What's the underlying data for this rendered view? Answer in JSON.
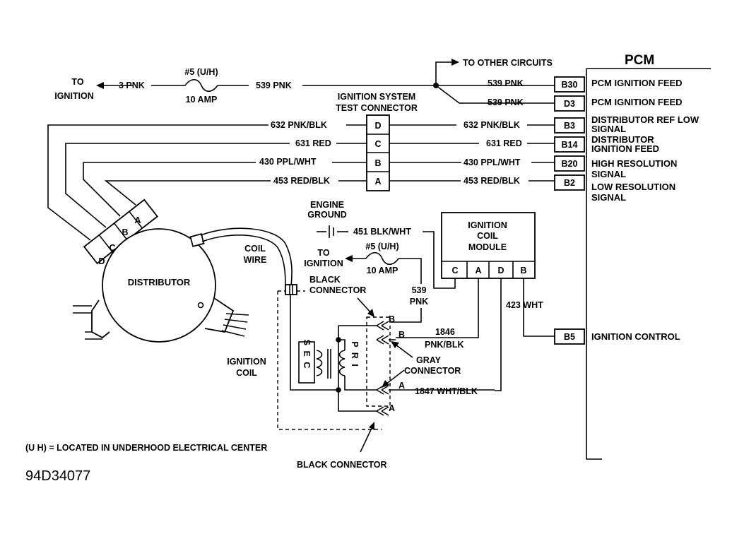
{
  "pcm": {
    "title": "PCM",
    "pins": [
      {
        "pin": "B30",
        "label": "PCM IGNITION FEED",
        "wire": "539 PNK"
      },
      {
        "pin": "D3",
        "label": "PCM IGNITION FEED",
        "wire": "539 PNK"
      },
      {
        "pin": "B3",
        "label": "DISTRIBUTOR REF LOW",
        "label2": "SIGNAL",
        "wire": "632 PNK/BLK"
      },
      {
        "pin": "B14",
        "label": "DISTRIBUTOR",
        "label2": "IGNITION FEED",
        "wire": "631 RED"
      },
      {
        "pin": "B20",
        "label": "HIGH RESOLUTION",
        "label2": "SIGNAL",
        "wire": "430 PPL/WHT"
      },
      {
        "pin": "B2",
        "label": "LOW RESOLUTION",
        "label2": "SIGNAL",
        "wire": "453 RED/BLK"
      },
      {
        "pin": "B5",
        "label": "IGNITION CONTROL",
        "wire": "423 WHT"
      }
    ]
  },
  "top": {
    "to_ignition": "TO",
    "to_ignition2": "IGNITION",
    "wire_3pnk": "3 PNK",
    "fuse_name": "#5 (U/H)",
    "fuse_rating": "10 AMP",
    "wire_539": "539 PNK",
    "to_other": "TO OTHER CIRCUITS"
  },
  "test_connector": {
    "title": "IGNITION SYSTEM",
    "title2": "TEST CONNECTOR",
    "pins": [
      "D",
      "C",
      "B",
      "A"
    ],
    "left_wires": [
      "632 PNK/BLK",
      "631 RED",
      "430 PPL/WHT",
      "453 RED/BLK"
    ]
  },
  "distributor": {
    "label": "DISTRIBUTOR",
    "pins": [
      "D",
      "C",
      "B",
      "A"
    ],
    "coil_wire": "COIL",
    "coil_wire2": "WIRE"
  },
  "ground": {
    "label": "ENGINE",
    "label2": "GROUND",
    "wire": "451 BLK/WHT"
  },
  "module_feed": {
    "to": "TO",
    "to2": "IGNITION",
    "fuse_name": "#5 (U/H)",
    "fuse_rating": "10 AMP",
    "wire": "539",
    "wire2": "PNK"
  },
  "coil_module": {
    "label1": "IGNITION",
    "label2": "COIL",
    "label3": "MODULE",
    "pins": [
      "C",
      "A",
      "D",
      "B"
    ]
  },
  "coil": {
    "label": "IGNITION",
    "label2": "COIL",
    "sec": "S E C",
    "pri": "P R I",
    "black_connector": "BLACK",
    "black_connector2": "CONNECTOR",
    "gray_connector": "GRAY",
    "gray_connector2": "CONNECTOR",
    "black_connector_bottom": "BLACK CONNECTOR",
    "wire_1846": "1846",
    "wire_1846b": "PNK/BLK",
    "wire_1847": "1847 WHT/BLK",
    "pin_b": "B",
    "pin_a": "A"
  },
  "footnote": "(U H) = LOCATED IN UNDERHOOD ELECTRICAL CENTER",
  "figure_id": "94D34077"
}
